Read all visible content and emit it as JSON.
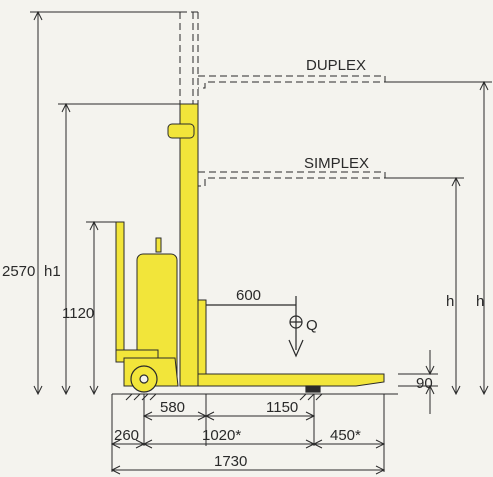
{
  "labels": {
    "duplex": "DUPLEX",
    "simplex": "SIMPLEX",
    "h2570": "2570",
    "h1": "h1",
    "h1120": "1120",
    "d600": "600",
    "q": "Q",
    "h_mid": "h",
    "h_right": "h",
    "d90": "90",
    "d580": "580",
    "d1150": "1150",
    "d260": "260",
    "d1020": "1020*",
    "d450": "450*",
    "d1730": "1730"
  },
  "colors": {
    "body": "#f2e53a",
    "line": "#2a2a2a",
    "background": "#f4f3ee"
  }
}
